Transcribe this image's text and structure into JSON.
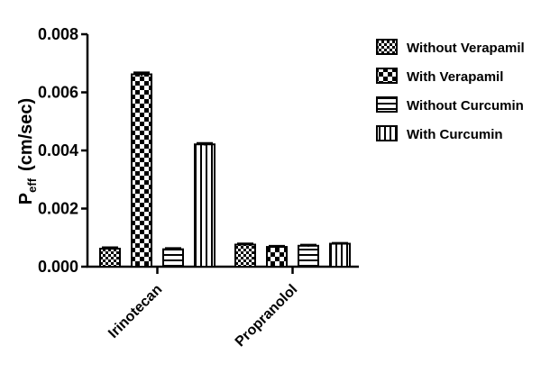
{
  "chart_data": {
    "type": "bar",
    "categories": [
      "Irinotecan",
      "Propranolol"
    ],
    "series": [
      {
        "name": "Without Verapamil",
        "pattern": "fine-checker",
        "values": [
          0.00062,
          0.00076
        ],
        "errors": [
          4e-05,
          3e-05
        ]
      },
      {
        "name": "With Verapamil",
        "pattern": "coarse-checker",
        "values": [
          0.00662,
          0.00068
        ],
        "errors": [
          6e-05,
          3e-05
        ]
      },
      {
        "name": "Without Curcumin",
        "pattern": "horizontal-stripes",
        "values": [
          0.0006,
          0.00072
        ],
        "errors": [
          3e-05,
          3e-05
        ]
      },
      {
        "name": "With Curcumin",
        "pattern": "vertical-stripes",
        "values": [
          0.00421,
          0.00079
        ],
        "errors": [
          4e-05,
          2e-05
        ]
      }
    ],
    "ylabel_main": "P",
    "ylabel_sub": "eff",
    "ylabel_unit": "(cm/sec)",
    "ylim": [
      0,
      0.008
    ],
    "yticks": [
      "0.000",
      "0.002",
      "0.004",
      "0.006",
      "0.008"
    ],
    "grid": false,
    "legend_position": "top-right",
    "colors": {
      "ink": "#000000",
      "background": "#ffffff"
    }
  }
}
